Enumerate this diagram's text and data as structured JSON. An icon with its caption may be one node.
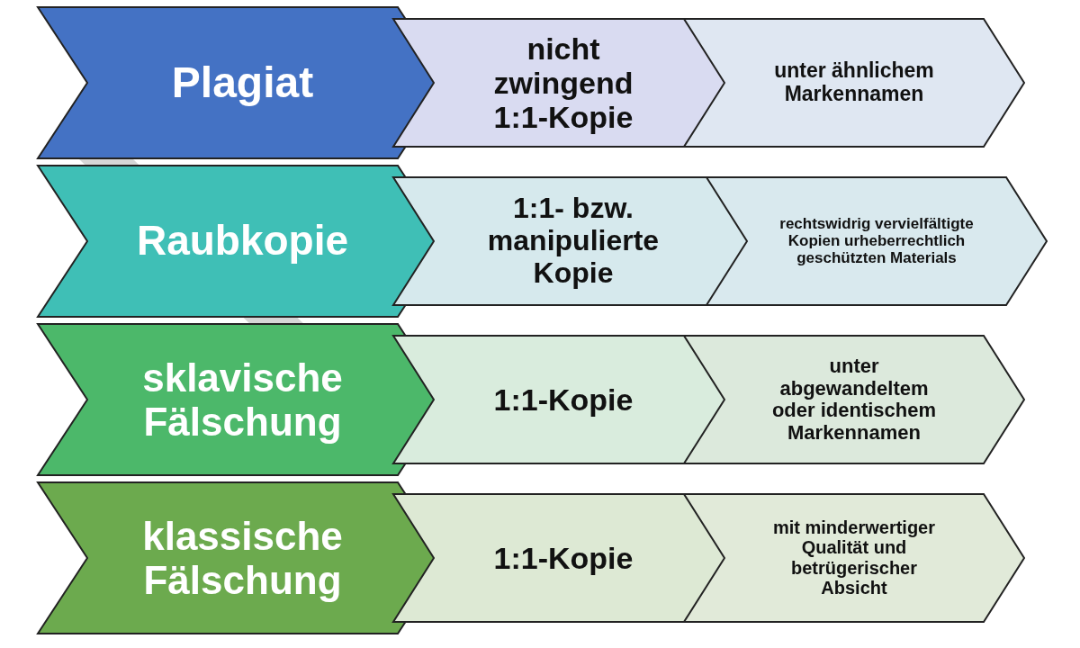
{
  "diagram": {
    "nodes": [
      {
        "text": [
          "Plagiat"
        ]
      },
      {
        "text": [
          "nicht zwingend 1:1-Kopie"
        ]
      },
      {
        "text": [
          "unter ähnlichem Markennamen"
        ]
      },
      {
        "text": [
          "Raubkopie"
        ]
      },
      {
        "text": [
          "1:1- bzw. manipulierte Kopie"
        ]
      },
      {
        "text": [
          "rechtswidrig vervielfältigte Kopien urheberrechtlich geschützten Materials"
        ]
      },
      {
        "text": [
          "sklavische Fälschung"
        ]
      },
      {
        "text": [
          "1:1-Kopie"
        ]
      },
      {
        "text": [
          "unter abgewandeltem oder identischem Markennamen"
        ]
      },
      {
        "text": [
          "klassische Fälschung"
        ]
      },
      {
        "text": [
          "1:1-Kopie"
        ]
      },
      {
        "text": [
          "mit minderwertiger Qualität und betrügerischer Absicht"
        ]
      }
    ]
  }
}
